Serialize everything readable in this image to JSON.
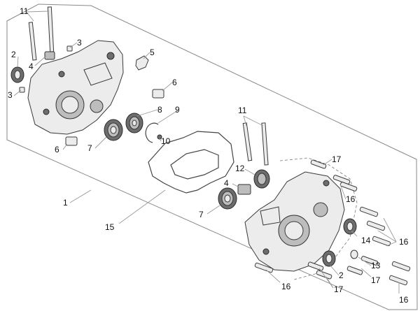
{
  "diagram": {
    "callouts": [
      {
        "id": "c11a",
        "text": "11"
      },
      {
        "id": "c3a",
        "text": "3"
      },
      {
        "id": "c2a",
        "text": "2"
      },
      {
        "id": "c4a",
        "text": "4"
      },
      {
        "id": "c3b",
        "text": "3"
      },
      {
        "id": "c5",
        "text": "5"
      },
      {
        "id": "c6a",
        "text": "6"
      },
      {
        "id": "c8",
        "text": "8"
      },
      {
        "id": "c9",
        "text": "9"
      },
      {
        "id": "c6b",
        "text": "6"
      },
      {
        "id": "c7a",
        "text": "7"
      },
      {
        "id": "c10",
        "text": "10"
      },
      {
        "id": "c11b",
        "text": "11"
      },
      {
        "id": "c1",
        "text": "1"
      },
      {
        "id": "c12",
        "text": "12"
      },
      {
        "id": "c4b",
        "text": "4"
      },
      {
        "id": "c7b",
        "text": "7"
      },
      {
        "id": "c15",
        "text": "15"
      },
      {
        "id": "c17a",
        "text": "17"
      },
      {
        "id": "c16a",
        "text": "16"
      },
      {
        "id": "c14",
        "text": "14"
      },
      {
        "id": "c16b",
        "text": "16"
      },
      {
        "id": "c2b",
        "text": "2"
      },
      {
        "id": "c13",
        "text": "13"
      },
      {
        "id": "c17b",
        "text": "17"
      },
      {
        "id": "c16c",
        "text": "16"
      },
      {
        "id": "c17c",
        "text": "17"
      },
      {
        "id": "c16d",
        "text": "16"
      }
    ]
  }
}
